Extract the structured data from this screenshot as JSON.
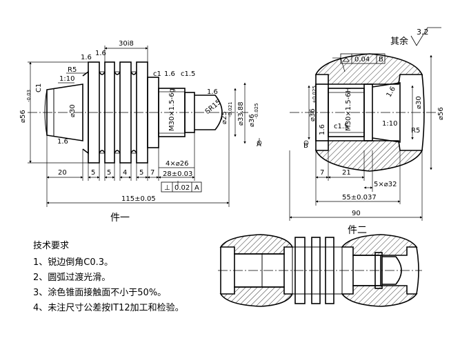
{
  "part1": {
    "name": "件一",
    "dims": {
      "overall_length": "115±0.05",
      "groove_width": "30i8",
      "shoulder_len": "20",
      "groove1": "5",
      "groove2": "5",
      "groove3": "4",
      "groove4": "5",
      "groove5": "7",
      "thread_len": "28±0.03",
      "undercut": "4×⌀26",
      "dia_main": "⌀56",
      "dia_main_tol": "-0.03",
      "dia_30": "⌀30",
      "thread": "M30×1.5-6g",
      "dia_25": "⌀25",
      "dia_25_tol": "-0.021",
      "dia_36": "⌀36",
      "dia_36_tol": "-0.025",
      "dia_3388": "⌀33.88",
      "sphere": "SR15",
      "radius": "R5",
      "angle": "1:10",
      "chamfer_c": "C1",
      "chamfer_c1": "c1",
      "chamfer_c15": "c1.5",
      "rough_16a": "1.6",
      "rough_16b": "1.6",
      "rough_16c": "1.6",
      "rough_16d": "1.6",
      "rough_16e": "1.6",
      "perp_tol": "0.02",
      "perp_datum": "A",
      "datum_label": "A"
    }
  },
  "part2": {
    "name": "件二",
    "dims": {
      "dia_56": "⌀56",
      "dia_30": "⌀30",
      "dia_36": "⌀36",
      "dia_36_tol": "+0.025",
      "thread": "M30×1.5-6H",
      "len_7": "7",
      "len_21": "21",
      "undercut": "5×⌀32",
      "length": "55±0.037",
      "overall": "90",
      "radius": "R5",
      "angle": "1:10",
      "chamfer": "c1.5",
      "profile_tol": "0.04",
      "profile_datum": "B",
      "datum_label": "B",
      "rough_16a": "1.6",
      "rough_16b": "1.6"
    }
  },
  "roughness_rest": {
    "label": "其余",
    "value": "3.2"
  },
  "requirements": {
    "title": "技术要求",
    "items": [
      "1、锐边倒角C0.3。",
      "2、圆弧过渡光滑。",
      "3、涂色锥面接触面不小于50%。",
      "4、未注尺寸公差按IT12加工和检验。"
    ]
  }
}
